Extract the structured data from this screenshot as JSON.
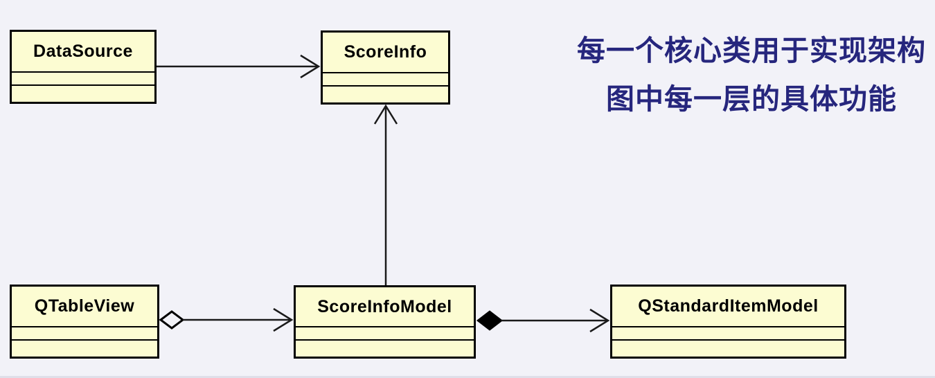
{
  "diagram": {
    "classes": [
      {
        "name": "DataSource"
      },
      {
        "name": "ScoreInfo"
      },
      {
        "name": "QTableView"
      },
      {
        "name": "ScoreInfoModel"
      },
      {
        "name": "QStandardItemModel"
      }
    ],
    "relationships": [
      {
        "from": "DataSource",
        "to": "ScoreInfo",
        "type": "directed-association",
        "arrowhead": "open"
      },
      {
        "from": "ScoreInfoModel",
        "to": "ScoreInfo",
        "type": "directed-association",
        "arrowhead": "open"
      },
      {
        "from": "QTableView",
        "to": "ScoreInfoModel",
        "type": "aggregation",
        "diamond": "hollow",
        "arrowhead": "open"
      },
      {
        "from": "ScoreInfoModel",
        "to": "QStandardItemModel",
        "type": "composition",
        "diamond": "filled",
        "arrowhead": "open"
      }
    ],
    "annotation": {
      "line1": "每一个核心类用于实现架构",
      "line2": "图中每一层的具体功能"
    },
    "colors": {
      "background": "#f2f2f8",
      "box_fill": "#fcfcd2",
      "box_border": "#000000",
      "connector": "#1a1a1a",
      "annotation_text": "#26267d"
    }
  }
}
